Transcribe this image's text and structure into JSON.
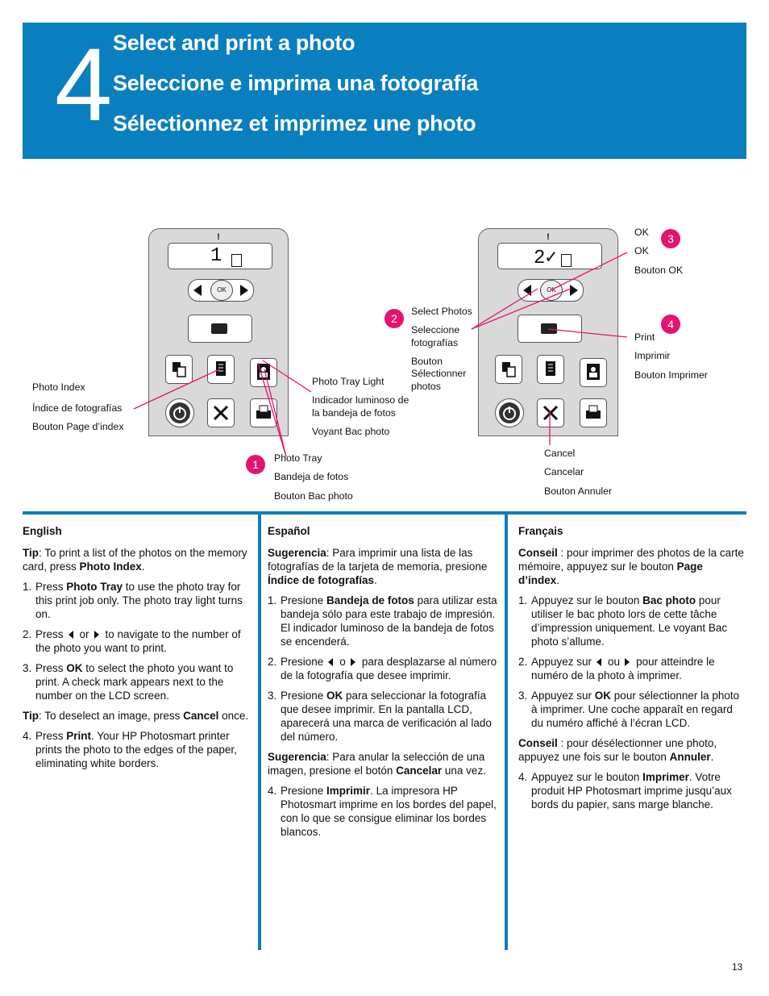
{
  "banner": {
    "step": "4",
    "title_en": "Select and print a photo",
    "title_es": "Seleccione e imprima una fotografía",
    "title_fr": "Sélectionnez et imprimez une photo"
  },
  "panel_left": {
    "lcd_number": "1",
    "alert": "!",
    "ok": "OK"
  },
  "panel_right": {
    "lcd_number": "2✓",
    "alert": "!",
    "ok": "OK"
  },
  "callouts": {
    "photo_index": [
      "Photo Index",
      "Índice de fotografías",
      "Bouton Page d’index"
    ],
    "photo_tray_light": [
      "Photo Tray Light",
      "Indicador luminoso de",
      "la bandeja de fotos",
      "Voyant Bac photo"
    ],
    "photo_tray": {
      "badge": "1",
      "lines": [
        "Photo Tray",
        "Bandeja de fotos",
        "Bouton Bac photo"
      ]
    },
    "select_photos": {
      "badge": "2",
      "lines": [
        "Select Photos",
        "Seleccione",
        "fotografías",
        "Bouton",
        "Sélectionner",
        "photos"
      ]
    },
    "ok": {
      "badge": "3",
      "lines": [
        "OK",
        "OK",
        "Bouton OK"
      ]
    },
    "print": {
      "badge": "4",
      "lines": [
        "Print",
        "Imprimir",
        "Bouton Imprimer"
      ]
    },
    "cancel": [
      "Cancel",
      "Cancelar",
      "Bouton Annuler"
    ]
  },
  "english": {
    "heading": "English",
    "tip1_label": "Tip",
    "tip1_a": ": To print a list of the photos on the memory card, press ",
    "tip1_b": "Photo Index",
    "tip1_c": ".",
    "s1_n": "1.",
    "s1_a": "Press ",
    "s1_b": "Photo Tray",
    "s1_c": " to use the photo tray for this print job only. The photo tray light turns on.",
    "s2_n": "2.",
    "s2_a": "Press",
    "s2_or": "or",
    "s2_c": "to navigate to the number of the photo you want to print.",
    "s3_n": "3.",
    "s3_a": "Press ",
    "s3_b": "OK",
    "s3_c": " to select the photo you want to print. A check mark appears next to the number on the LCD screen.",
    "tip2_label": "Tip",
    "tip2_a": ": To deselect an image, press ",
    "tip2_b": "Cancel",
    "tip2_c": " once.",
    "s4_n": "4.",
    "s4_a": "Press ",
    "s4_b": "Print",
    "s4_c": ". Your HP Photosmart printer prints the photo to the edges of the paper, eliminating white borders."
  },
  "spanish": {
    "heading": "Español",
    "tip1_label": "Sugerencia",
    "tip1_a": ": Para imprimir una lista de las fotografías de la tarjeta de memoria, presione ",
    "tip1_b": "Índice de fotografías",
    "tip1_c": ".",
    "s1_n": "1.",
    "s1_a": "Presione ",
    "s1_b": "Bandeja de fotos",
    "s1_c": " para utilizar esta bandeja sólo para este trabajo de impresión. El indicador luminoso de la bandeja de fotos se encenderá.",
    "s2_n": "2.",
    "s2_a": "Presione",
    "s2_or": "o",
    "s2_c": "para desplazarse al número de la fotografía que desee imprimir.",
    "s3_n": "3.",
    "s3_a": "Presione ",
    "s3_b": "OK",
    "s3_c": " para seleccionar la fotografía que desee imprimir. En la pantalla LCD, aparecerá una marca de verificación al lado del número.",
    "tip2_label": "Sugerencia",
    "tip2_a": ": Para anular la selección de una imagen, presione el botón ",
    "tip2_b": "Cancelar",
    "tip2_c": " una vez.",
    "s4_n": "4.",
    "s4_a": "Presione ",
    "s4_b": "Imprimir",
    "s4_c": ". La impresora HP Photosmart imprime en los bordes del papel, con lo que se consigue eliminar los bordes blancos."
  },
  "french": {
    "heading": "Français",
    "tip1_label": "Conseil",
    "tip1_a": " : pour imprimer des photos de la carte mémoire, appuyez sur le bouton ",
    "tip1_b": "Page d’index",
    "tip1_c": ".",
    "s1_n": "1.",
    "s1_a": "Appuyez sur le bouton ",
    "s1_b": "Bac photo",
    "s1_c": " pour utiliser le bac photo lors de cette tâche d’impression uniquement. Le voyant Bac photo s’allume.",
    "s2_n": "2.",
    "s2_a": "Appuyez sur",
    "s2_or": "ou",
    "s2_c": "pour atteindre le numéro de la photo à imprimer.",
    "s3_n": "3.",
    "s3_a": "Appuyez sur ",
    "s3_b": "OK",
    "s3_c": " pour sélectionner la photo à imprimer. Une coche apparaît en regard du numéro affiché à l’écran LCD.",
    "tip2_label": "Conseil",
    "tip2_a": " : pour désélectionner une photo, appuyez une fois sur le bouton ",
    "tip2_b": "Annuler",
    "tip2_c": ".",
    "s4_n": "4.",
    "s4_a": "Appuyez sur le bouton ",
    "s4_b": "Imprimer",
    "s4_c": ". Votre produit HP Photosmart imprime jusqu’aux bords du papier, sans marge blanche."
  },
  "page_number": "13",
  "colors": {
    "accent_blue": "#0a7fc0",
    "callout_pink": "#e4136f"
  }
}
